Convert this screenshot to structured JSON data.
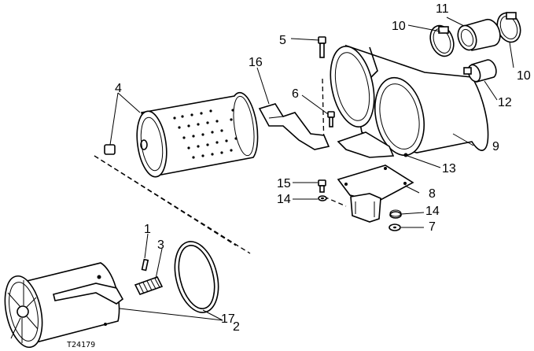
{
  "figure_id": "T24179",
  "callouts": {
    "c1": "1",
    "c2": "2",
    "c3": "3",
    "c4": "4",
    "c5": "5",
    "c6": "6",
    "c7": "7",
    "c8": "8",
    "c9": "9",
    "c10a": "10",
    "c10b": "10",
    "c11": "11",
    "c12": "12",
    "c13": "13",
    "c14a": "14",
    "c14b": "14",
    "c15": "15",
    "c16": "16",
    "c17": "17"
  }
}
